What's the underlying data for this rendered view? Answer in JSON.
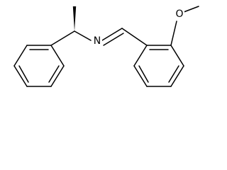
{
  "molecule": {
    "atoms": {
      "nitrogen": "N",
      "oxygen": "O"
    },
    "stereocenter": {
      "bond_style": "wedge"
    },
    "colors": {
      "bond": "#000000",
      "background": "#ffffff"
    }
  }
}
